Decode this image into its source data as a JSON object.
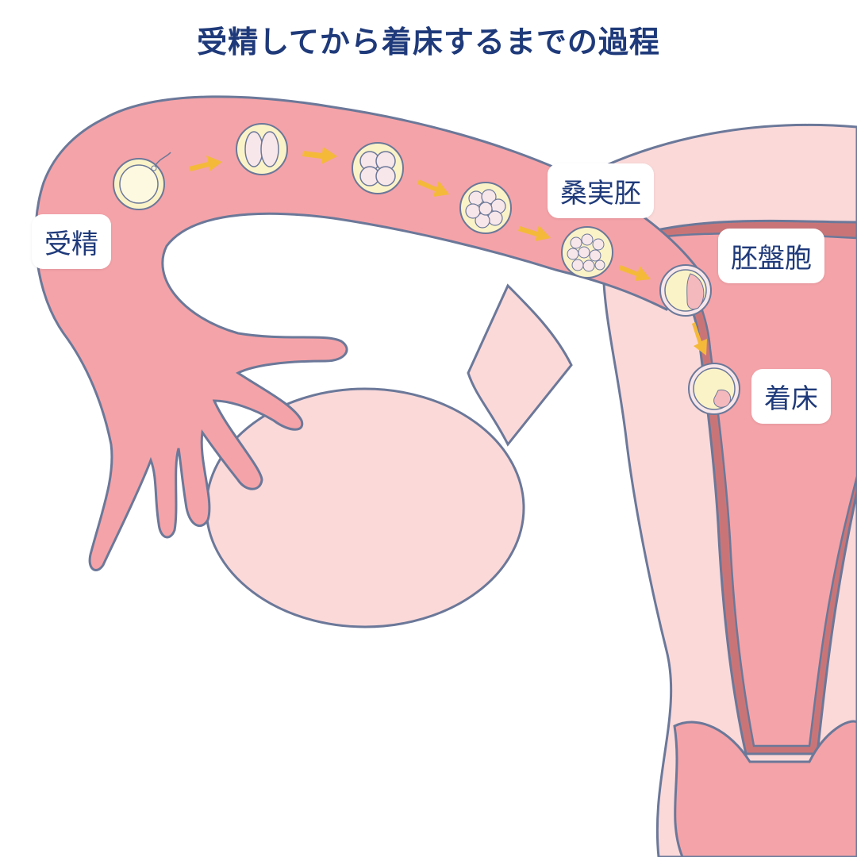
{
  "title": "受精してから着床するまでの過程",
  "labels": {
    "fertilization": "受精",
    "morula": "桑実胚",
    "blastocyst": "胚盤胞",
    "implantation": "着床"
  },
  "colors": {
    "title": "#1f3a7a",
    "tube": "#f4a3a8",
    "uterus_light": "#fbd9d9",
    "endometrium": "#c97578",
    "outline": "#6b7899",
    "arrow": "#f5b93a",
    "cell_fill": "#fbf3c8",
    "blastomere": "#f7e6ea"
  },
  "stages": [
    "zygote",
    "2-cell",
    "4-cell",
    "8-cell",
    "morula",
    "blastocyst",
    "implanting-blastocyst"
  ]
}
